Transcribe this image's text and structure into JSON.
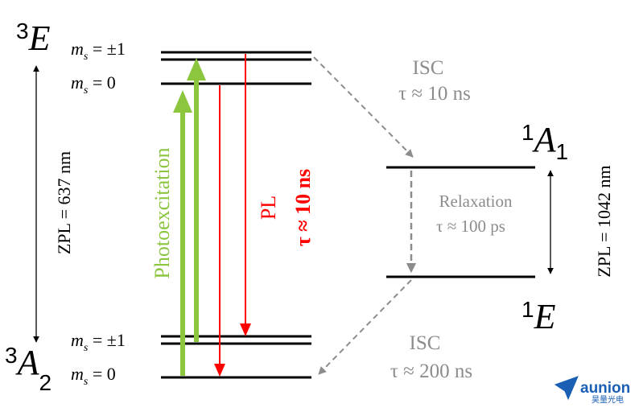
{
  "colors": {
    "level": "#000000",
    "excitation": "#8cc63f",
    "emission": "#ff0000",
    "isc": "#8c8c8c",
    "logo": "#1a5fb4"
  },
  "states": {
    "excited_triplet": {
      "sup": "3",
      "letter": "E"
    },
    "ground_triplet": {
      "sup": "3",
      "letter": "A",
      "sub": "2"
    },
    "upper_singlet": {
      "sup": "1",
      "letter": "A",
      "sub": "1"
    },
    "lower_singlet": {
      "sup": "1",
      "letter": "E"
    }
  },
  "sublevels": {
    "m": "m",
    "s": "s",
    "pm1": " = ±1",
    "zero": " = 0"
  },
  "zpl": {
    "triplet": "ZPL = 637 nm",
    "singlet": "ZPL = 1042 nm"
  },
  "transitions": {
    "photoexcitation": "Photoexcitation",
    "pl": "PL",
    "pl_tau": "τ ≈ 10 ns",
    "isc_upper": "ISC",
    "isc_upper_tau": "τ ≈ 10 ns",
    "relaxation": "Relaxation",
    "relaxation_tau": "τ ≈ 100 ps",
    "isc_lower": "ISC",
    "isc_lower_tau": "τ ≈ 200 ns"
  },
  "logo": {
    "name": "aunion",
    "sub": "昊量光电",
    "icon": "paper-plane-icon"
  }
}
